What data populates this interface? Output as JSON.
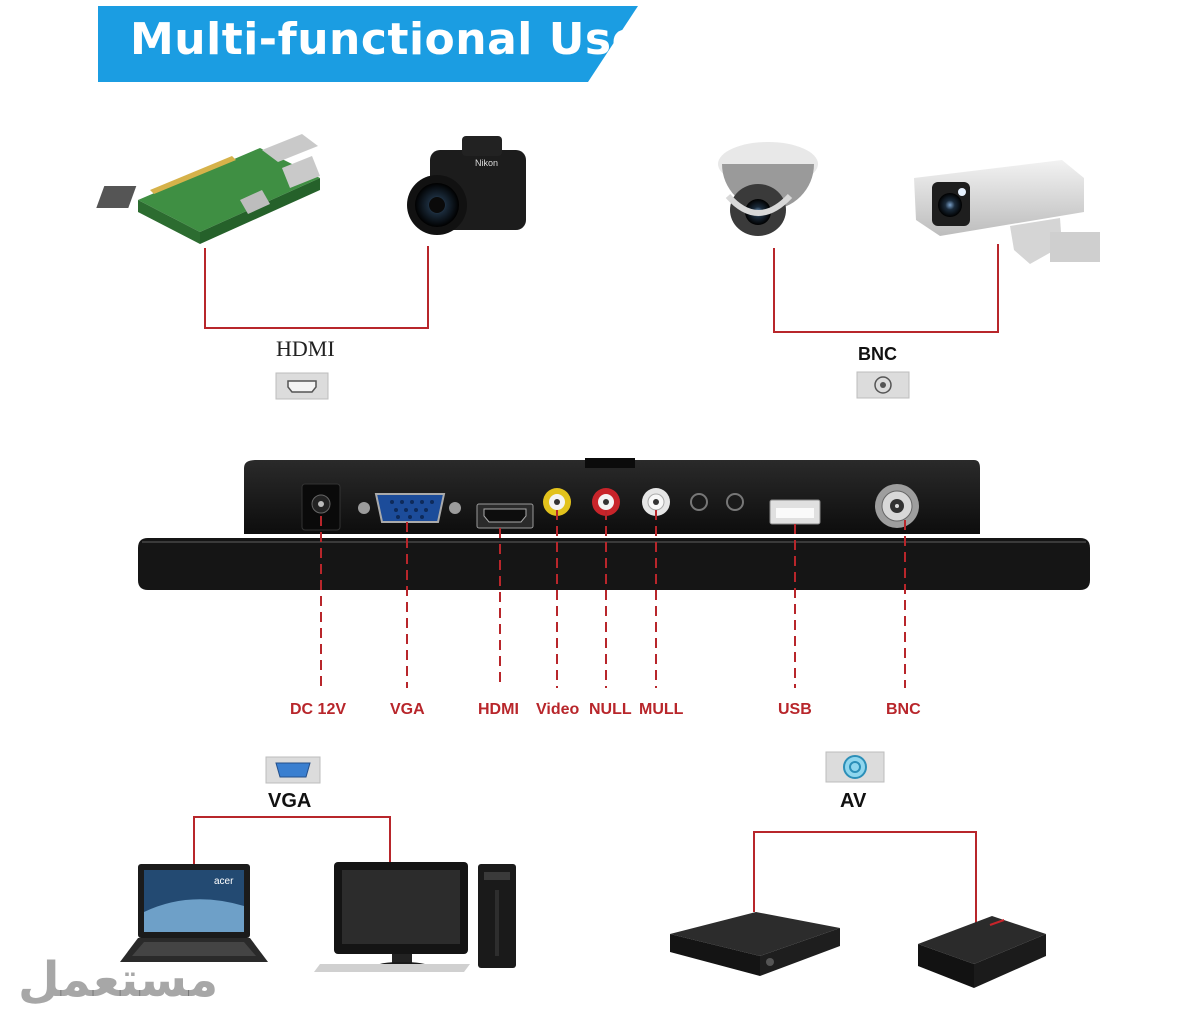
{
  "banner": {
    "title": "Multi-functional Use"
  },
  "groups": {
    "hdmi": {
      "label": "HDMI"
    },
    "bnc": {
      "label": "BNC"
    },
    "vga": {
      "label": "VGA"
    },
    "av": {
      "label": "AV"
    }
  },
  "ports": {
    "dc": "DC 12V",
    "vga": "VGA",
    "hdmi": "HDMI",
    "video": "Video",
    "null": "NULL",
    "mull": "MULL",
    "usb": "USB",
    "bnc": "BNC"
  },
  "device_labels": {
    "camera_brand": "Nikon",
    "laptop_brand": "acer"
  },
  "watermark": "مستعمل",
  "colors": {
    "banner": "#1b9de2",
    "connector_line": "#b8262b"
  }
}
